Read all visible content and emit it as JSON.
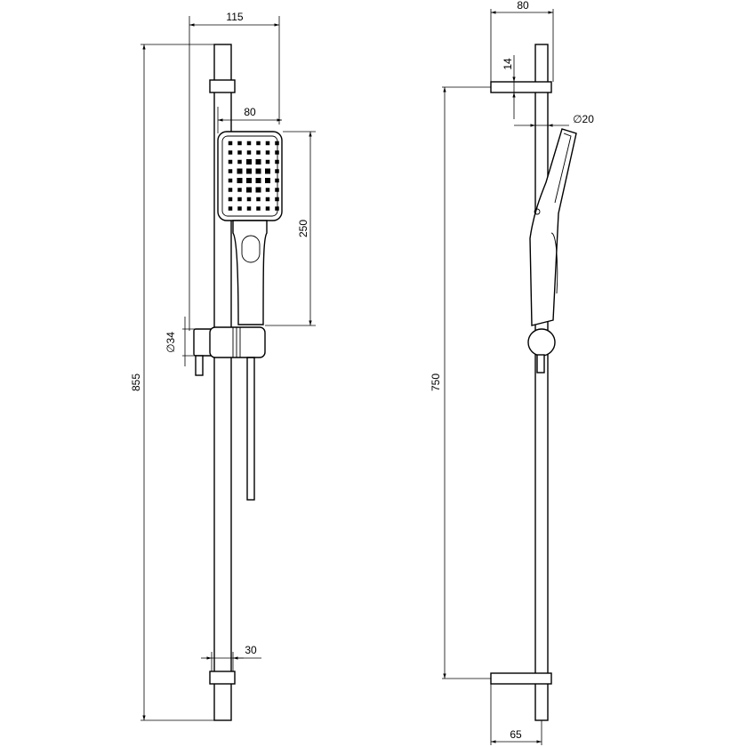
{
  "drawing": {
    "front_view": {
      "overall_width": "115",
      "head_width": "80",
      "head_length": "250",
      "bracket_diameter": "∅34",
      "overall_height": "855",
      "rail_width": "30"
    },
    "side_view": {
      "depth": "80",
      "bracket_thickness": "14",
      "rail_diameter": "∅20",
      "bracket_spacing": "750",
      "wall_offset": "65"
    }
  },
  "colors": {
    "stroke": "#000000",
    "background": "#ffffff"
  }
}
